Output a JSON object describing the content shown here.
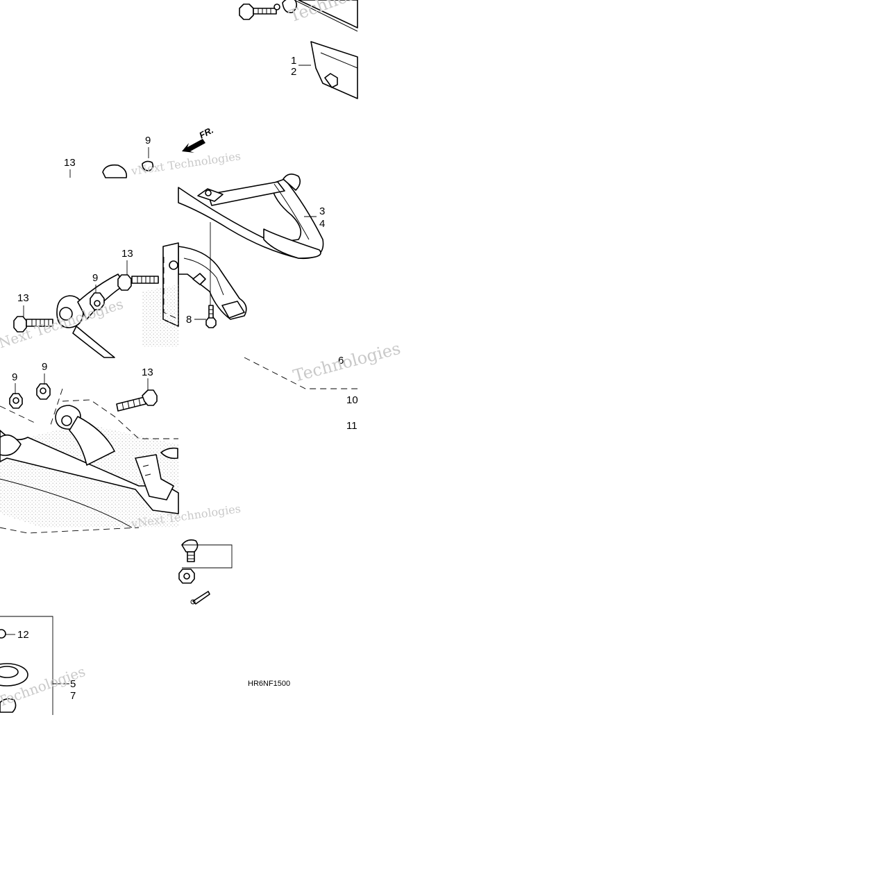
{
  "diagram": {
    "drawing_code": "HR6NF1500",
    "direction_label": "FR.",
    "watermark_texts": [
      "vNext Technologies",
      "Technologies",
      "Technologies",
      "vNext Technologies",
      "vNext Technologies",
      "Technologies"
    ],
    "callouts": {
      "c1": "1",
      "c2": "2",
      "c3": "3",
      "c4": "4",
      "c5": "5",
      "c6": "6",
      "c7": "7",
      "c8": "8",
      "c9a": "9",
      "c9b": "9",
      "c9c": "9",
      "c9d": "9",
      "c10": "10",
      "c11": "11",
      "c12": "12",
      "c13a": "13",
      "c13b": "13",
      "c13c": "13",
      "c13d": "13"
    }
  }
}
